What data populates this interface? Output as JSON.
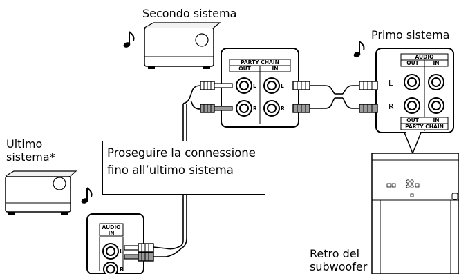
{
  "labels": {
    "second_system": "Secondo sistema",
    "first_system": "Primo sistema",
    "last_system_line1": "Ultimo",
    "last_system_line2": "sistema*",
    "back_line1": "Retro del",
    "back_line2": "subwoofer"
  },
  "callout": {
    "line1": "Proseguire la connessione",
    "line2": "fino all’ultimo sistema"
  },
  "panels": {
    "party_chain_title": "PARTY CHAIN",
    "out": "OUT",
    "in": "IN",
    "left": "L",
    "right": "R",
    "audio": "AUDIO",
    "audio_in": "IN"
  },
  "icons": [
    "music-note-icon",
    "speaker-system-icon",
    "rca-plug-icon",
    "jack-icon"
  ],
  "colors": {
    "stroke": "#000000",
    "panel_fill": "#ffffff",
    "cable_gray": "#9a9a9a"
  }
}
